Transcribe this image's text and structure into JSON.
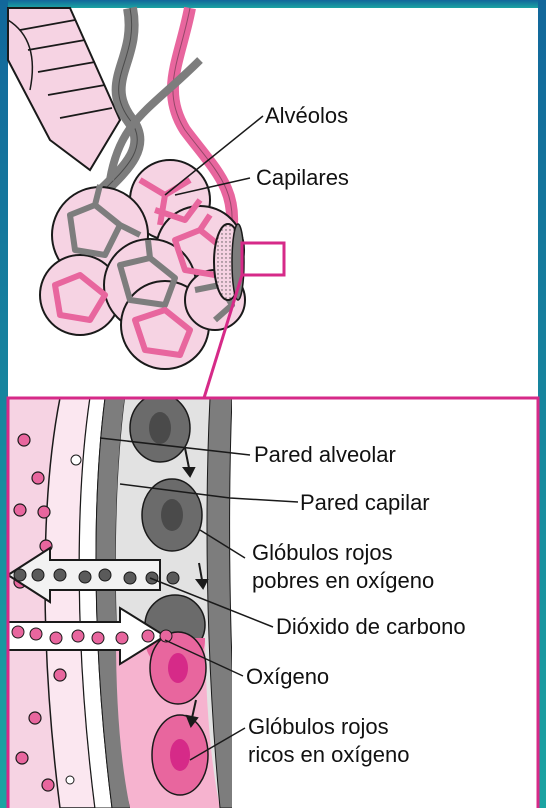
{
  "colors": {
    "frame": "#12679b",
    "frame_gradient_end": "#1ba4a2",
    "pink": "#e8669e",
    "light_pink": "#f6d3e3",
    "magenta": "#d62a88",
    "gray": "#7d7d7d",
    "dark_gray": "#5a5a5a",
    "ink": "#1a1a1a"
  },
  "labels": {
    "alveolos": "Alvéolos",
    "capilares": "Capilares",
    "pared_alveolar": "Pared alveolar",
    "pared_capilar": "Pared capilar",
    "globulos_pobres_1": "Glóbulos rojos",
    "globulos_pobres_2": "pobres en oxígeno",
    "dioxido": "Dióxido de carbono",
    "oxigeno": "Oxígeno",
    "globulos_ricos_1": "Glóbulos rojos",
    "globulos_ricos_2": "ricos en oxígeno"
  }
}
